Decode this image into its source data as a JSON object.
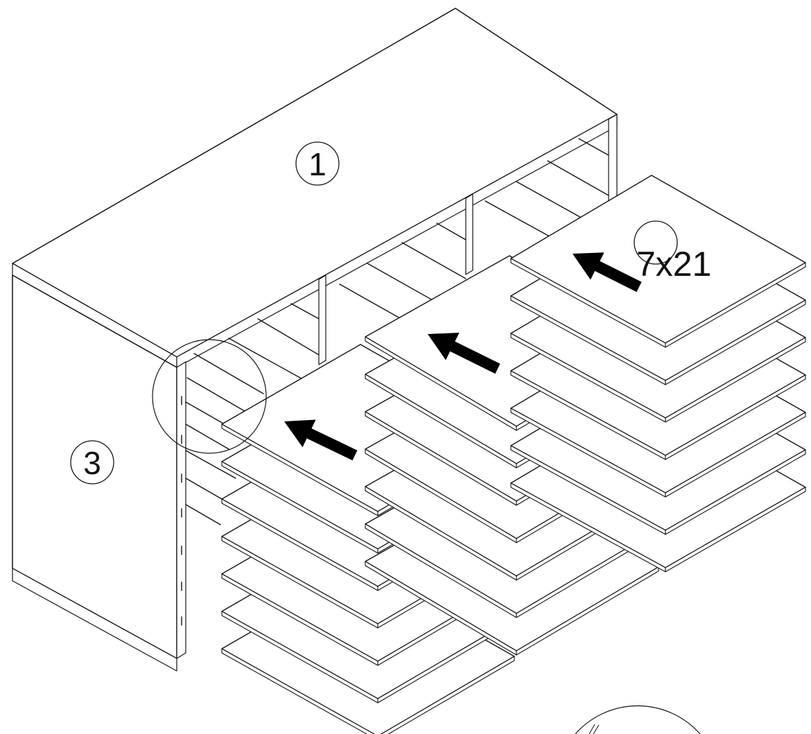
{
  "callouts": {
    "top_panel": "1",
    "side_panel": "3",
    "shelves": "7x21"
  },
  "icons": {
    "arrow": "arrow-insert-icon",
    "detail": "detail-circle-icon"
  },
  "colors": {
    "line": "#111111",
    "background": "#ffffff"
  }
}
